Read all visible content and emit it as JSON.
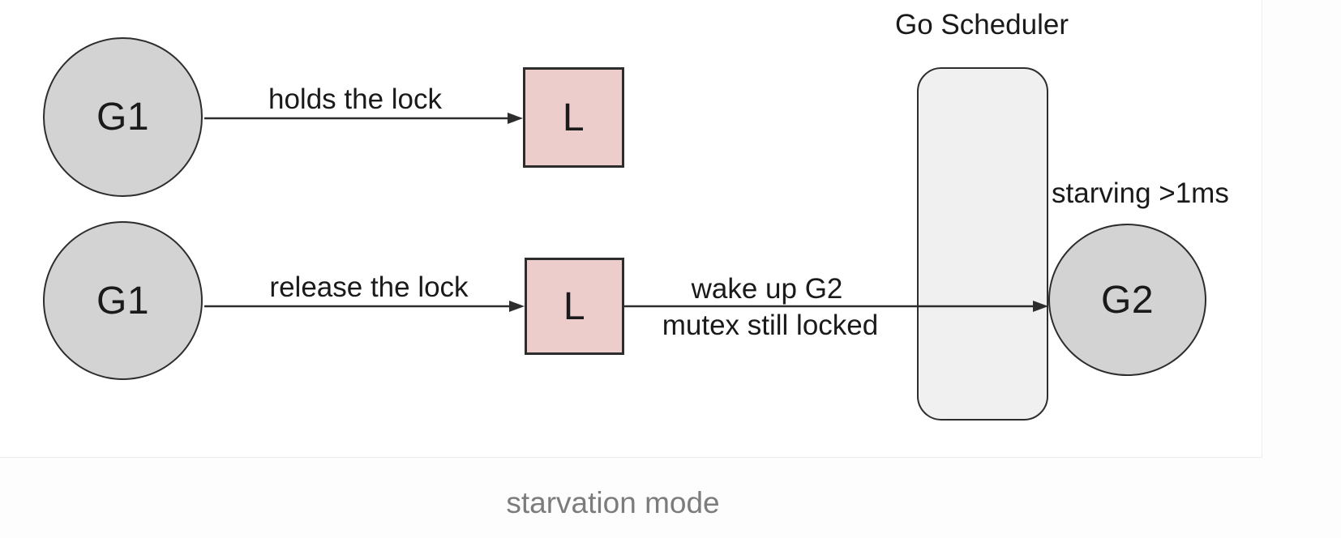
{
  "diagram": {
    "caption": "starvation mode",
    "scheduler_title": "Go Scheduler",
    "nodes": {
      "g1_top": "G1",
      "g1_bottom": "G1",
      "lock_top": "L",
      "lock_bottom": "L",
      "g2": "G2"
    },
    "edges": {
      "holds": "holds the lock",
      "release": "release the lock",
      "wake_line1": "wake up G2",
      "wake_line2": "mutex still locked"
    },
    "annotations": {
      "starving": "starving >1ms"
    }
  },
  "colors": {
    "node_fill": "#d3d3d3",
    "lock_fill": "#edcccc",
    "scheduler_fill": "#f0f0f0",
    "stroke": "#2d2d2d",
    "caption_color": "#7c7c7c",
    "hairline": "#ececec"
  }
}
